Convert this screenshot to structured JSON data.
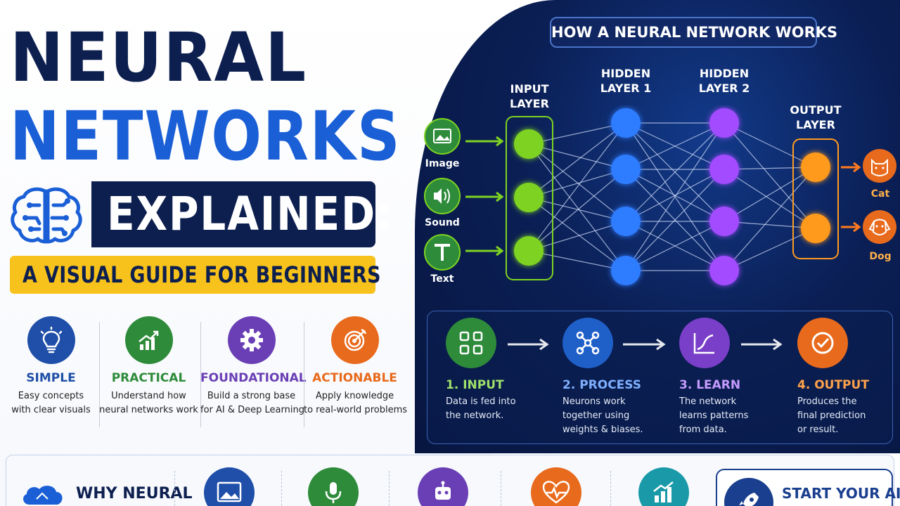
{
  "title": {
    "line1": "NEURAL",
    "line2": "NETWORKS",
    "line3": "EXPLAINED:",
    "subtitle": "A VISUAL GUIDE FOR BEGINNERS"
  },
  "features": [
    {
      "name": "SIMPLE",
      "desc1": "Easy concepts",
      "desc2": "with clear visuals",
      "icon": "lightbulb-icon",
      "color": "#1f4fa8",
      "name_color": "#1f4fa8"
    },
    {
      "name": "PRACTICAL",
      "desc1": "Understand how",
      "desc2": "neural networks work",
      "icon": "growth-chart-icon",
      "color": "#2e8b3a",
      "name_color": "#2e8b3a"
    },
    {
      "name": "FOUNDATIONAL",
      "desc1": "Build a strong base",
      "desc2": "for AI & Deep Learning",
      "icon": "gear-icon",
      "color": "#6a3fb5",
      "name_color": "#6a3fb5"
    },
    {
      "name": "ACTIONABLE",
      "desc1": "Apply knowledge",
      "desc2": "to real-world problems",
      "icon": "target-icon",
      "color": "#e86a1c",
      "name_color": "#e86a1c"
    }
  ],
  "diagram": {
    "header": "HOW A NEURAL NETWORK WORKS",
    "input_layer": [
      "INPUT",
      "LAYER"
    ],
    "hidden1": [
      "HIDDEN",
      "LAYER 1"
    ],
    "hidden2": [
      "HIDDEN",
      "LAYER 2"
    ],
    "output_layer": [
      "OUTPUT",
      "LAYER"
    ],
    "inputs": [
      "Image",
      "Sound",
      "Text"
    ],
    "outputs": [
      "Cat",
      "Dog"
    ],
    "colors": {
      "input": "#7ed321",
      "hidden1": "#2f7bff",
      "hidden2": "#a24bff",
      "output": "#ff9a1f"
    }
  },
  "steps": [
    {
      "title": "1. INPUT",
      "lines": [
        "Data is fed into",
        "the network."
      ],
      "color": "#2e8b3a",
      "title_color": "#9fe06a",
      "icon": "grid-icon"
    },
    {
      "title": "2. PROCESS",
      "lines": [
        "Neurons work",
        "together using",
        "weights & biases."
      ],
      "color": "#1f5fc8",
      "title_color": "#7fb0ff",
      "icon": "network-icon"
    },
    {
      "title": "3. LEARN",
      "lines": [
        "The network",
        "learns patterns",
        "from data."
      ],
      "color": "#7a3fc8",
      "title_color": "#c59bff",
      "icon": "learning-curve-icon"
    },
    {
      "title": "4. OUTPUT",
      "lines": [
        "Produces the",
        "final prediction",
        "or result."
      ],
      "color": "#e86a1c",
      "title_color": "#ffa24a",
      "icon": "check-icon"
    }
  ],
  "bottom": {
    "why_label": "WHY NEURAL",
    "start_label": "START YOUR AI",
    "icons": [
      "image-icon",
      "microphone-icon",
      "robot-icon",
      "heart-pulse-icon",
      "bar-chart-icon"
    ]
  }
}
